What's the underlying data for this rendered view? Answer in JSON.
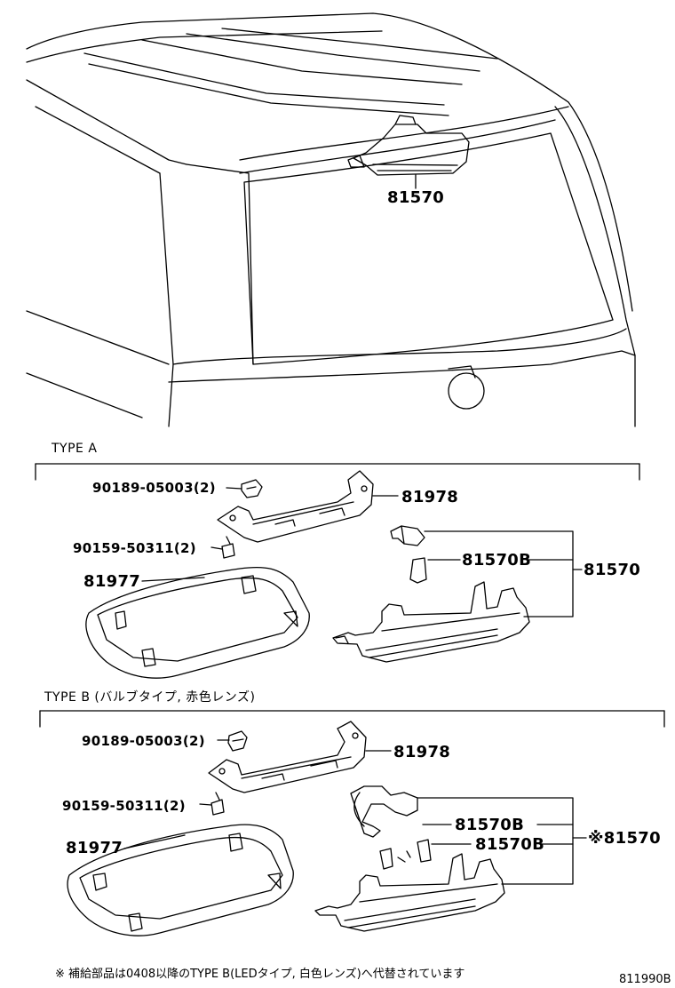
{
  "figure": {
    "top_label": "81570",
    "type_a": {
      "title": "TYPE A",
      "clip_part": "90189-05003(2)",
      "screw_part": "90159-50311(2)",
      "bracket_part": "81978",
      "cover_part": "81977",
      "bulb_part": "81570B",
      "lamp_part": "81570"
    },
    "type_b": {
      "title": "TYPE B (バルブタイプ, 赤色レンズ)",
      "clip_part": "90189-05003(2)",
      "screw_part": "90159-50311(2)",
      "bracket_part": "81978",
      "cover_part": "81977",
      "bulb_part_1": "81570B",
      "bulb_part_2": "81570B",
      "lamp_part": "※81570"
    },
    "footnote": "※ 補給部品は0408以降のTYPE B(LEDタイプ, 白色レンズ)へ代替されています",
    "diagram_code": "811990B"
  }
}
